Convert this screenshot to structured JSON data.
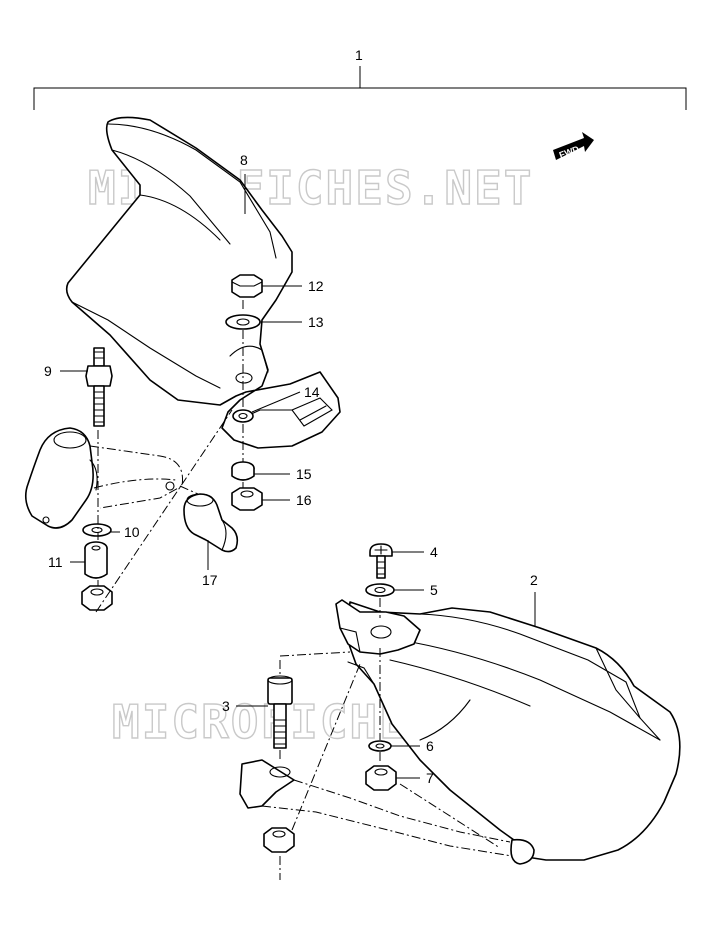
{
  "watermarks": [
    "MICROFICHES.NET",
    "MICROFICHES.NET"
  ],
  "fwd_badge": "FWD",
  "callouts": {
    "c1": "1",
    "c2": "2",
    "c3": "3",
    "c4": "4",
    "c5": "5",
    "c6": "6",
    "c7": "7",
    "c8": "8",
    "c9": "9",
    "c10": "10",
    "c11": "11",
    "c12": "12",
    "c13": "13",
    "c14": "14",
    "c15": "15",
    "c16": "16",
    "c17": "17"
  }
}
